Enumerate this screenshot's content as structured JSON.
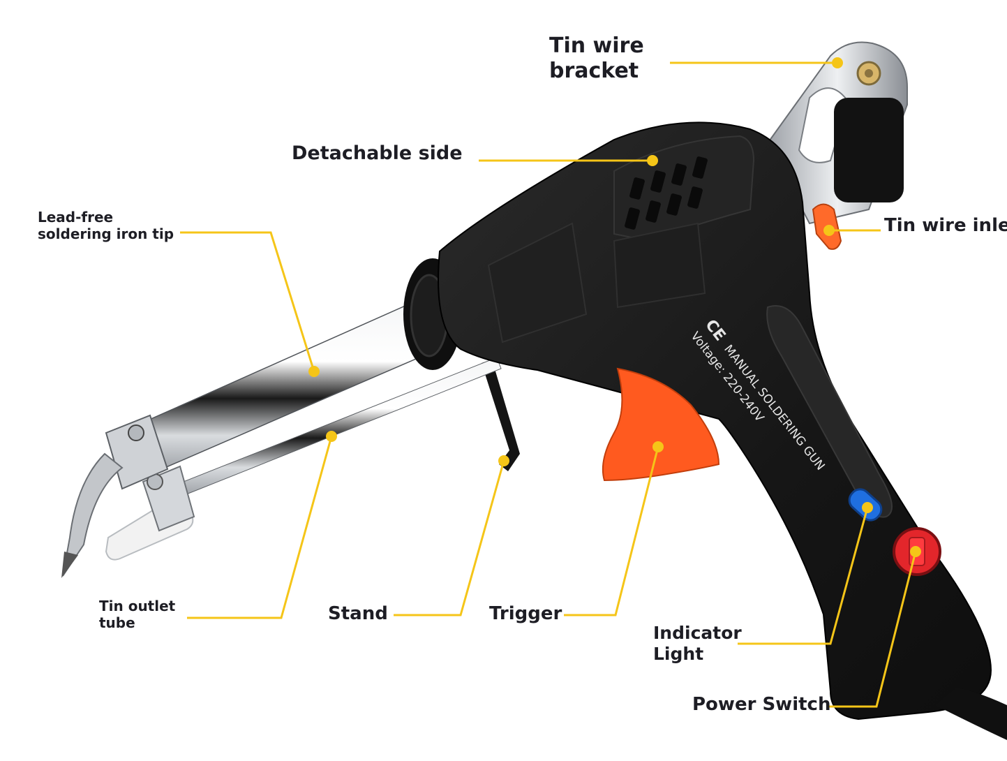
{
  "colors": {
    "leader": "#f5c518",
    "dot": "#f5c518",
    "text": "#1d1d24",
    "body": "#1b1b1b",
    "body_edge": "#2e2e2e",
    "metal": "#c9ccd0",
    "trigger": "#ff5a1f",
    "indicator": "#1f6fe0",
    "switch": "#e3262b"
  },
  "labels": {
    "tin_wire_bracket": [
      "Tin wire",
      "bracket"
    ],
    "detachable_side": "Detachable side",
    "tin_wire_inlet": "Tin wire inlet",
    "lead_free_tip": [
      "Lead-free",
      "soldering iron tip"
    ],
    "tin_outlet_tube": [
      "Tin outlet",
      "tube"
    ],
    "stand": "Stand",
    "trigger": "Trigger",
    "indicator_light": [
      "Indicator",
      "Light"
    ],
    "power_switch": "Power Switch"
  },
  "product_marking": {
    "ce_mark": "CE",
    "model_text": "MANUAL SOLDERING GUN",
    "voltage_text": "Voltage: 220-240V"
  }
}
